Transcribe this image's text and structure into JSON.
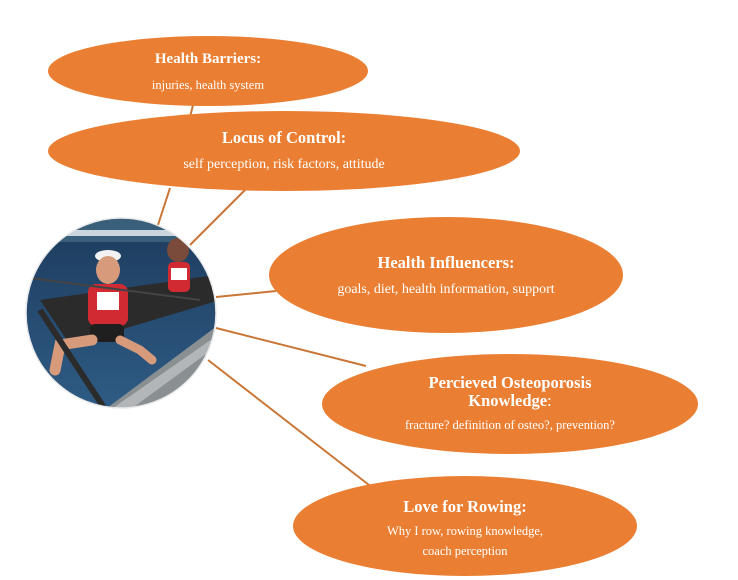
{
  "colors": {
    "oval_fill": "#EA7F33",
    "connector": "#C97636",
    "text": "#FFFFFF"
  },
  "photo": {
    "description_icon": "rowing-photo-icon"
  },
  "nodes": [
    {
      "id": "health-barriers",
      "title": "Health Barriers:",
      "detail": [
        "injuries, health system"
      ]
    },
    {
      "id": "locus-of-control",
      "title": "Locus of Control:",
      "detail": [
        "self perception, risk factors, attitude"
      ]
    },
    {
      "id": "health-influencers",
      "title": "Health Influencers:",
      "detail": [
        "goals, diet, health information, support"
      ]
    },
    {
      "id": "osteoporosis-knowledge",
      "title": "Percieved Osteoporosis",
      "title2": "Knowledge",
      "title2_suffix": ":",
      "detail": [
        "fracture? definition of osteo?, prevention?"
      ]
    },
    {
      "id": "love-for-rowing",
      "title": "Love for Rowing:",
      "detail": [
        "Why I row, rowing knowledge,",
        "coach perception"
      ]
    }
  ]
}
